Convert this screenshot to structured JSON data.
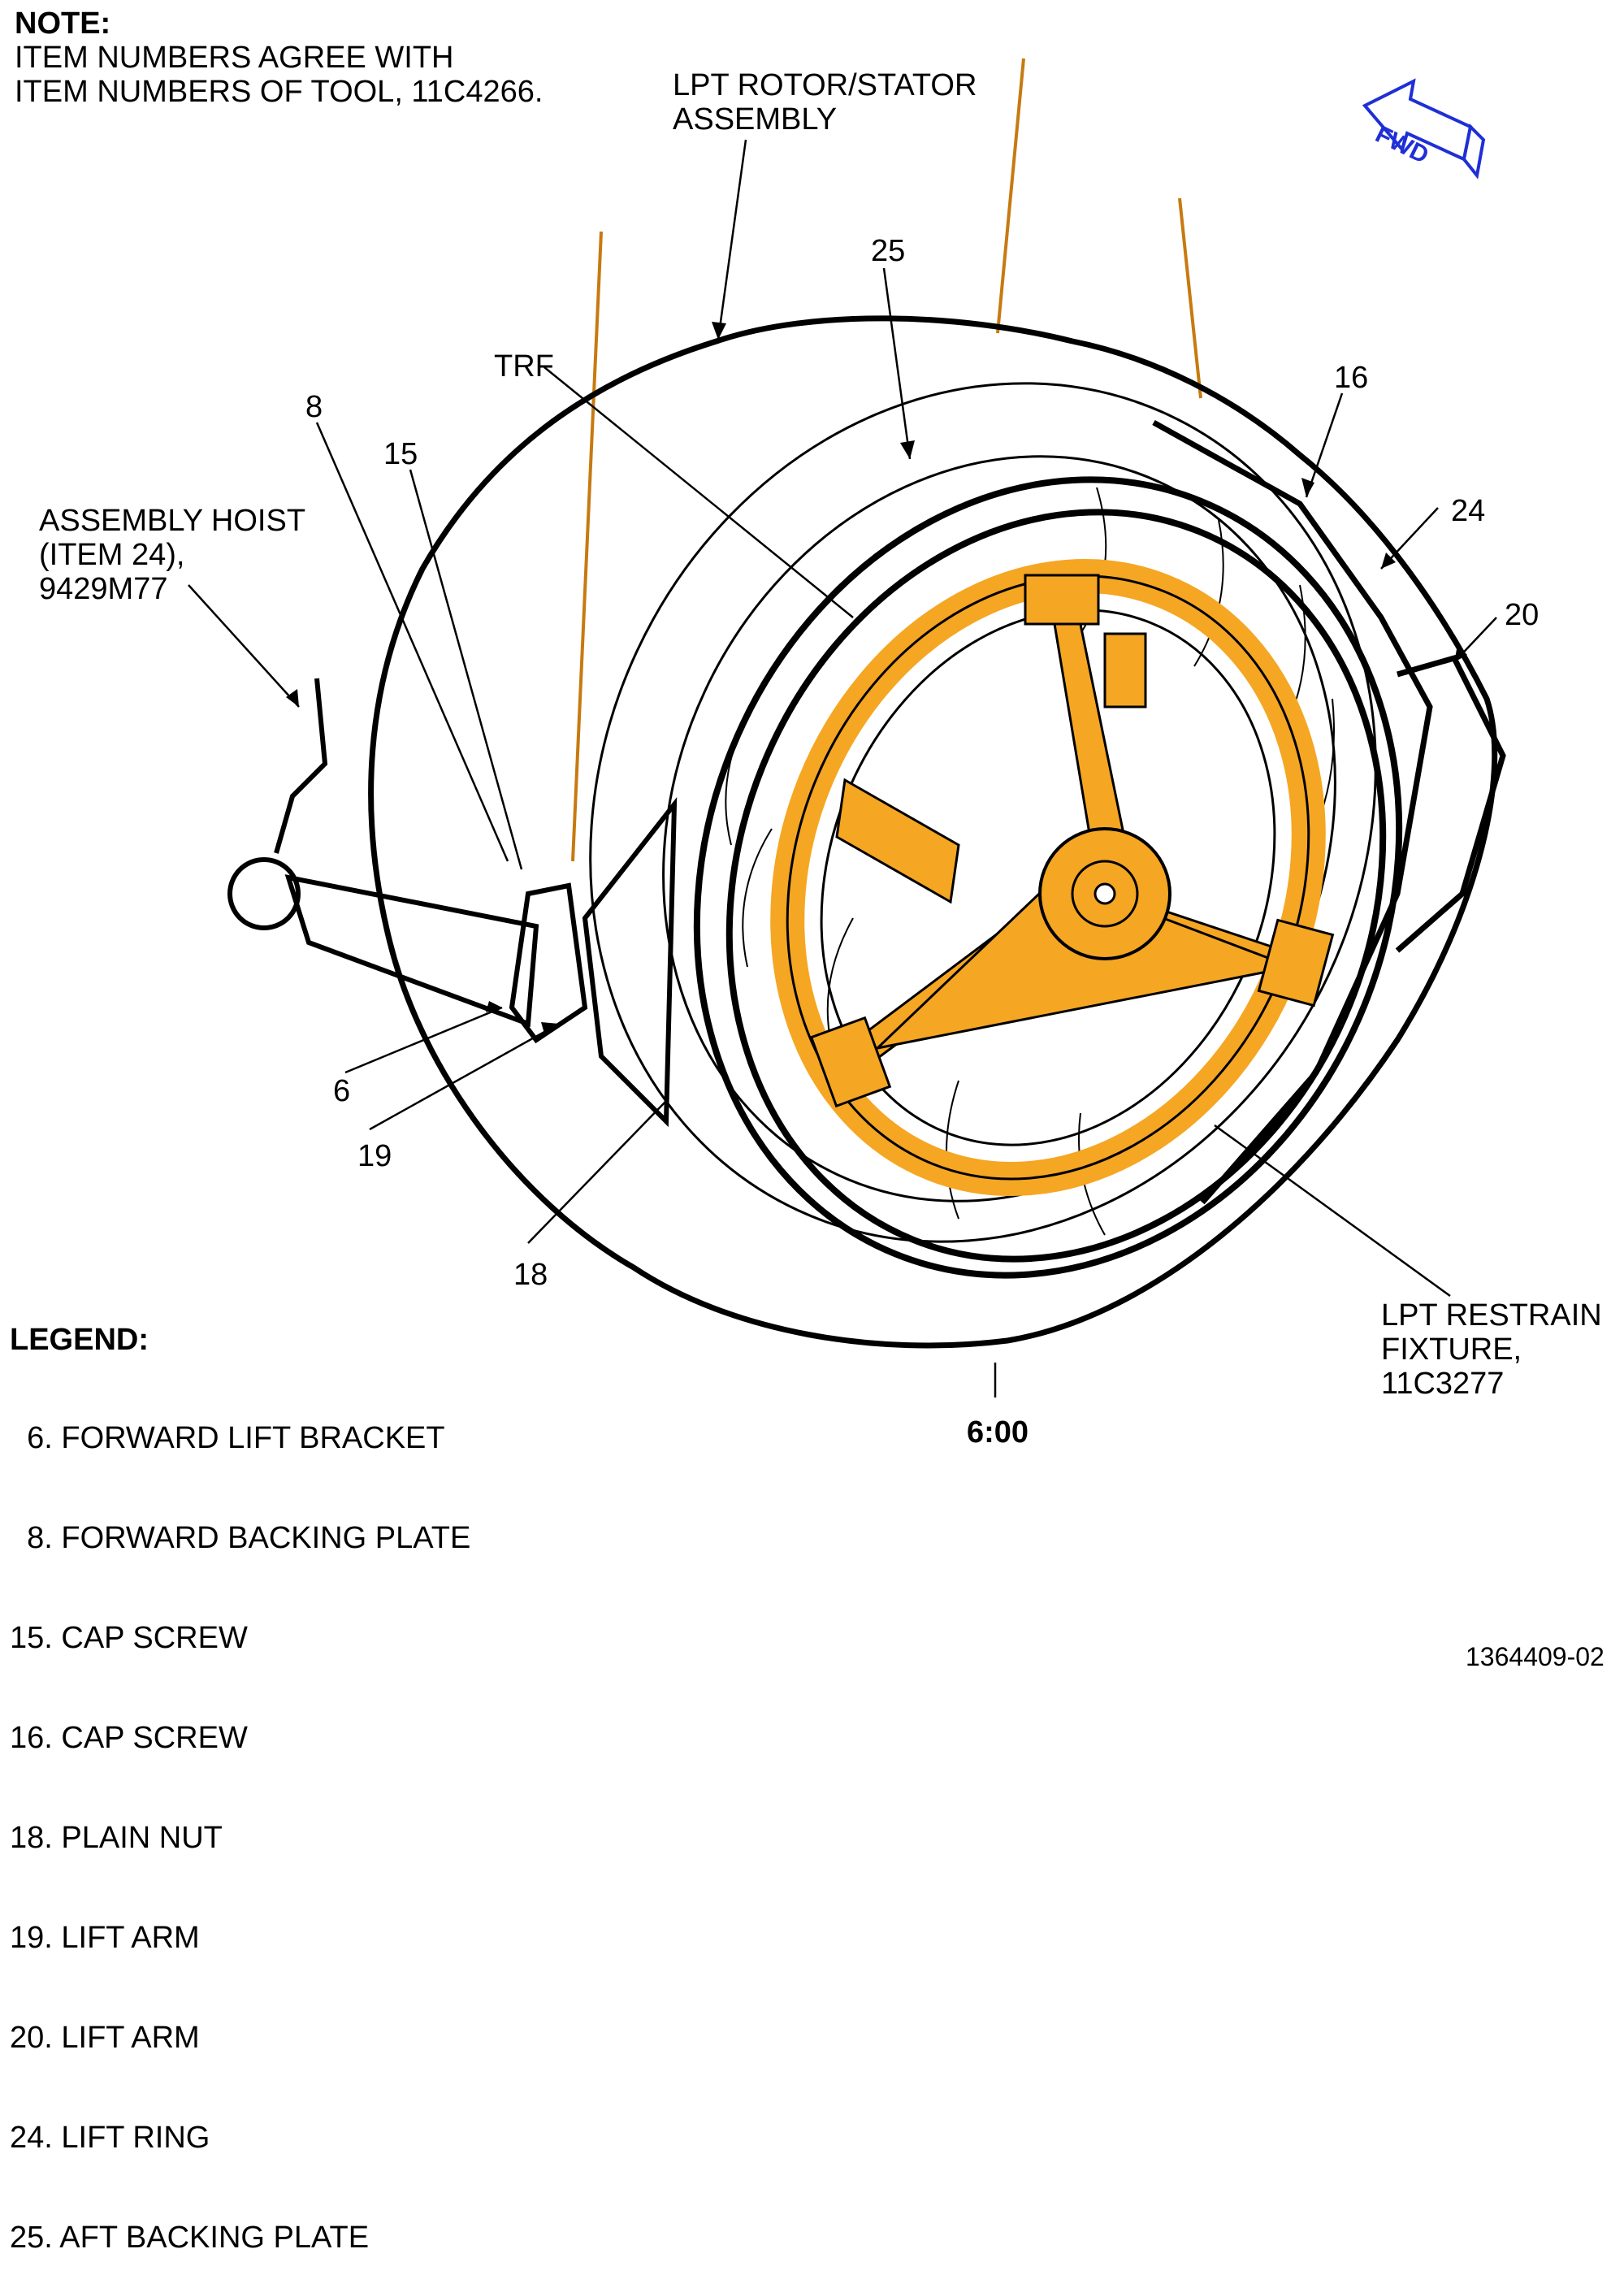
{
  "note": {
    "heading": "NOTE:",
    "line1": "ITEM NUMBERS AGREE WITH",
    "line2": "ITEM NUMBERS OF TOOL, 11C4266."
  },
  "orientation_label": "FWD",
  "callouts": {
    "lpt_rotor_stator_l1": "LPT ROTOR/STATOR",
    "lpt_rotor_stator_l2": "ASSEMBLY",
    "trf": "TRF",
    "assembly_hoist_l1": "ASSEMBLY HOIST",
    "assembly_hoist_l2": "(ITEM 24),",
    "assembly_hoist_l3": "9429M77",
    "lpt_restrain_l1": "LPT RESTRAIN",
    "lpt_restrain_l2": "FIXTURE,",
    "lpt_restrain_l3": "11C3277",
    "six_oclock": "6:00",
    "n25": "25",
    "n16": "16",
    "n24": "24",
    "n20": "20",
    "n8": "8",
    "n15": "15",
    "n6": "6",
    "n19": "19",
    "n18": "18"
  },
  "legend": {
    "heading": "LEGEND:",
    "items": [
      "  6. FORWARD LIFT BRACKET",
      "  8. FORWARD BACKING PLATE",
      "15. CAP SCREW",
      "16. CAP SCREW",
      "18. PLAIN NUT",
      "19. LIFT ARM",
      "20. LIFT ARM",
      "24. LIFT RING",
      "25. AFT BACKING PLATE"
    ]
  },
  "figure_number": "1364409-02",
  "colors": {
    "fixture": "#F5A623",
    "fixture_dark": "#C77A10",
    "arrow_blue": "#1F2FD6",
    "line": "#000000"
  }
}
